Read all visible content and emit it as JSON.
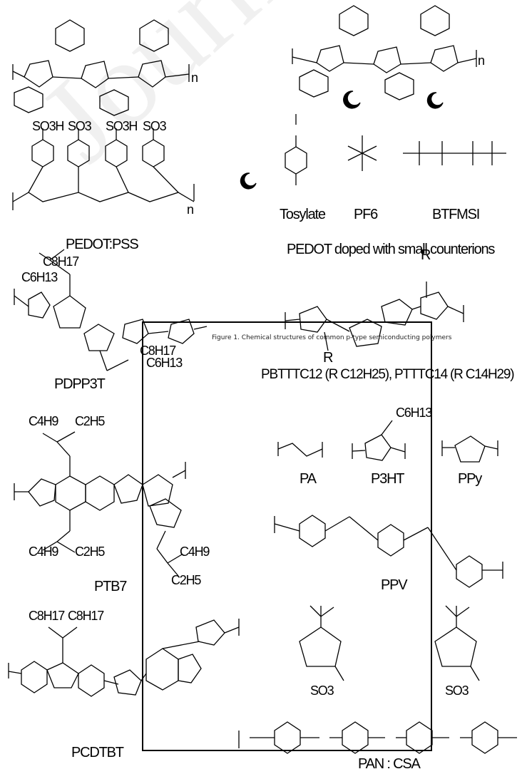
{
  "watermark": "Journal Pre-proof",
  "caption": "Figure 1. Chemical structures of common p-type semiconducting polymers",
  "labels": {
    "pedot_pss": "PEDOT:PSS",
    "pedot_small": "PEDOT doped with small counterions",
    "tosylate": "Tosylate",
    "pf6": "PF6",
    "btfmsi": "BTFMSI",
    "pdpp3t": "PDPP3T",
    "pbttt": "PBTTTC12 (R C12H25), PTTTC14 (R C14H29)",
    "pa": "PA",
    "p3ht": "P3HT",
    "ppy": "PPy",
    "ptb7": "PTB7",
    "ppv": "PPV",
    "pcdtbt": "PCDTBT",
    "pan_csa": "PAN : CSA"
  },
  "atoms": {
    "so3h": "SO3H",
    "so3": "SO3",
    "so3minus": "SO3",
    "c8h17": "C8H17",
    "c6h13": "C6H13",
    "c4h9": "C4H9",
    "c2h5": "C2H5",
    "n_sub": "n",
    "r": "R"
  },
  "colors": {
    "ink": "#000000",
    "frame": "#000000"
  }
}
